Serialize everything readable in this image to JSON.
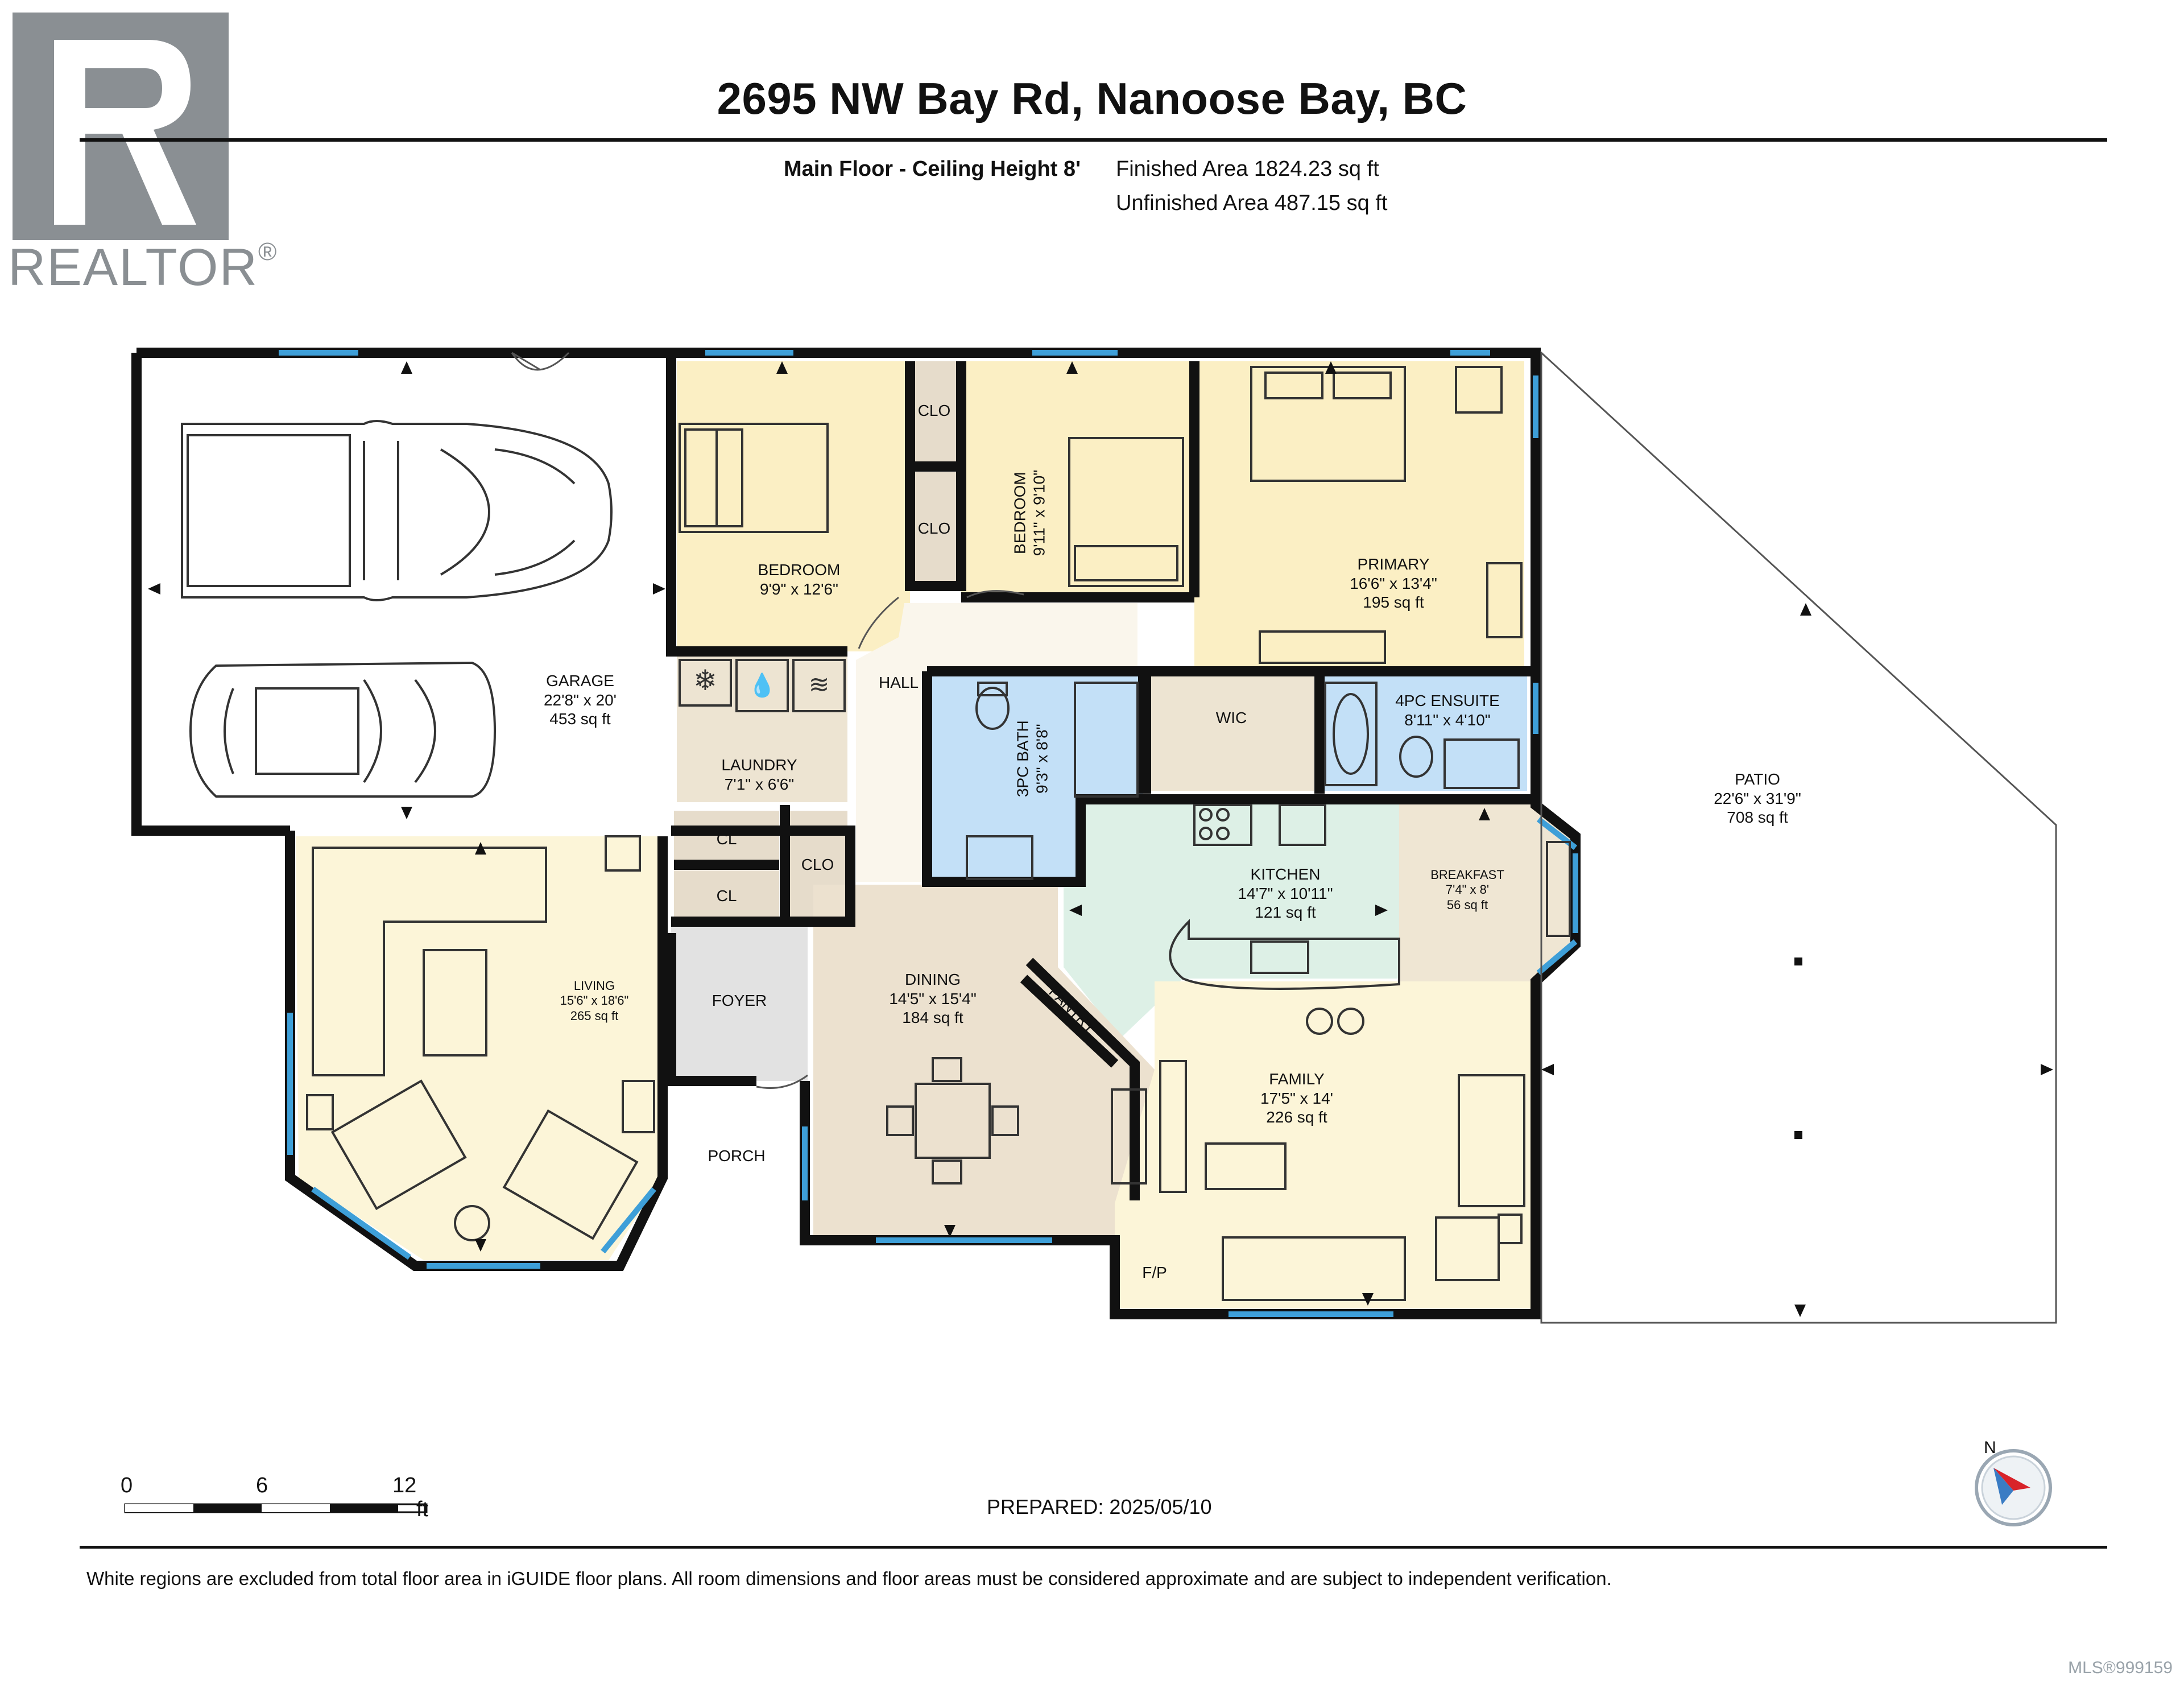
{
  "header": {
    "title": "2695 NW Bay Rd, Nanoose Bay, BC",
    "floor_label": "Main Floor - Ceiling Height 8'",
    "finished_area": "Finished Area 1824.23 sq ft",
    "unfinished_area": "Unfinished Area 487.15 sq ft"
  },
  "logo": {
    "text": "REALTOR",
    "mark": "®"
  },
  "rooms": {
    "garage": {
      "name": "GARAGE",
      "dims": "22'8\" x 20'",
      "area": "453 sq ft"
    },
    "bedroom2": {
      "name": "BEDROOM",
      "dims": "9'9\" x 12'6\""
    },
    "bedroom3": {
      "name": "BEDROOM",
      "dims": "9'11\" x 9'10\""
    },
    "primary": {
      "name": "PRIMARY",
      "dims": "16'6\" x 13'4\"",
      "area": "195 sq ft"
    },
    "clo1": {
      "name": "CLO"
    },
    "clo2": {
      "name": "CLO"
    },
    "clo3": {
      "name": "CLO"
    },
    "cl1": {
      "name": "CL"
    },
    "cl2": {
      "name": "CL"
    },
    "hall": {
      "name": "HALL"
    },
    "laundry": {
      "name": "LAUNDRY",
      "dims": "7'1\" x 6'6\""
    },
    "bath3": {
      "name": "3PC BATH",
      "dims": "9'3\" x 8'8\""
    },
    "wic": {
      "name": "WIC"
    },
    "ensuite": {
      "name": "4PC ENSUITE",
      "dims": "8'11\" x 4'10\""
    },
    "patio": {
      "name": "PATIO",
      "dims": "22'6\" x 31'9\"",
      "area": "708 sq ft"
    },
    "kitchen": {
      "name": "KITCHEN",
      "dims": "14'7\" x 10'11\"",
      "area": "121 sq ft"
    },
    "breakfast": {
      "name": "BREAKFAST",
      "dims": "7'4\" x 8'",
      "area": "56 sq ft"
    },
    "living": {
      "name": "LIVING",
      "dims": "15'6\" x 18'6\"",
      "area": "265 sq ft"
    },
    "foyer": {
      "name": "FOYER"
    },
    "dining": {
      "name": "DINING",
      "dims": "14'5\" x 15'4\"",
      "area": "184 sq ft"
    },
    "pantry": {
      "name": "PANTRY"
    },
    "porch": {
      "name": "PORCH"
    },
    "family": {
      "name": "FAMILY",
      "dims": "17'5\" x 14'",
      "area": "226 sq ft"
    },
    "fireplace": {
      "name": "F/P"
    }
  },
  "scale_bar": {
    "labels": [
      "0",
      "6",
      "12"
    ],
    "unit": "ft"
  },
  "compass": {
    "label": "N",
    "icon": "compass-icon"
  },
  "prepared": "PREPARED: 2025/05/10",
  "disclaimer": "White regions are excluded from total floor area in iGUIDE floor plans. All room dimensions and floor areas must be considered approximate and are subject to independent verification.",
  "mls": "MLS®999159",
  "colors": {
    "bedroom": "#fbefc4",
    "living": "#fcf5d8",
    "bath": "#c3e0f7",
    "kitchen": "#ddf0e6",
    "dining": "#ece1cf",
    "foyer": "#e2e2e2",
    "closet": "#e6dccb",
    "window": "#3e9fd8",
    "wall": "#111111"
  }
}
